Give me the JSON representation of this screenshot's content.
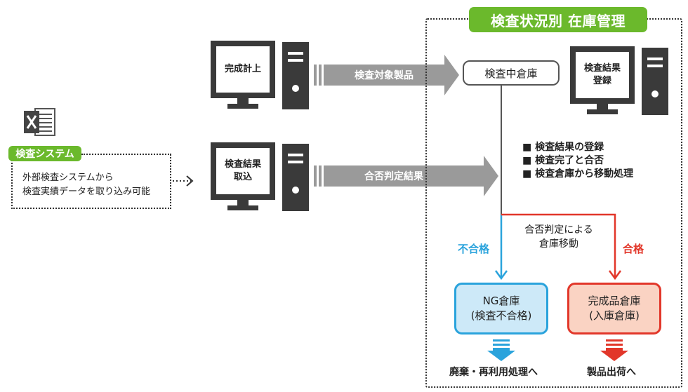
{
  "region": {
    "title": "検査状況別 在庫管理"
  },
  "inspection_system": {
    "icon": "excel-icon",
    "badge": "検査システム",
    "description": [
      "外部検査システムから",
      "検査実績データを取り込み可能"
    ]
  },
  "computers": {
    "completion": {
      "label": [
        "完成計上"
      ]
    },
    "import": {
      "label": [
        "検査結果",
        "取込"
      ]
    },
    "register": {
      "label": [
        "検査結果",
        "登録"
      ]
    }
  },
  "arrows": {
    "target_products": "検査対象製品",
    "judgement_result": "合否判定結果"
  },
  "warehouses": {
    "inspecting": "検査中倉庫",
    "ng": {
      "line1": "NG倉庫",
      "line2": "(検査不合格)"
    },
    "ok": {
      "line1": "完成品倉庫",
      "line2": "(入庫倉庫)"
    }
  },
  "steps": [
    "■ 検査結果の登録",
    "■ 検査完了と合否",
    "■ 検査倉庫から移動処理"
  ],
  "move_note": [
    "合否判定による",
    "倉庫移動"
  ],
  "branches": {
    "fail": "不合格",
    "pass": "合格"
  },
  "destinations": {
    "ng": "廃棄・再利用処理へ",
    "ok": "製品出荷へ"
  },
  "colors": {
    "green": "#6bb92c",
    "blue": "#2aa3dc",
    "red": "#e2372a",
    "gray": "#9a9a9a",
    "dark": "#3a3a3a"
  }
}
